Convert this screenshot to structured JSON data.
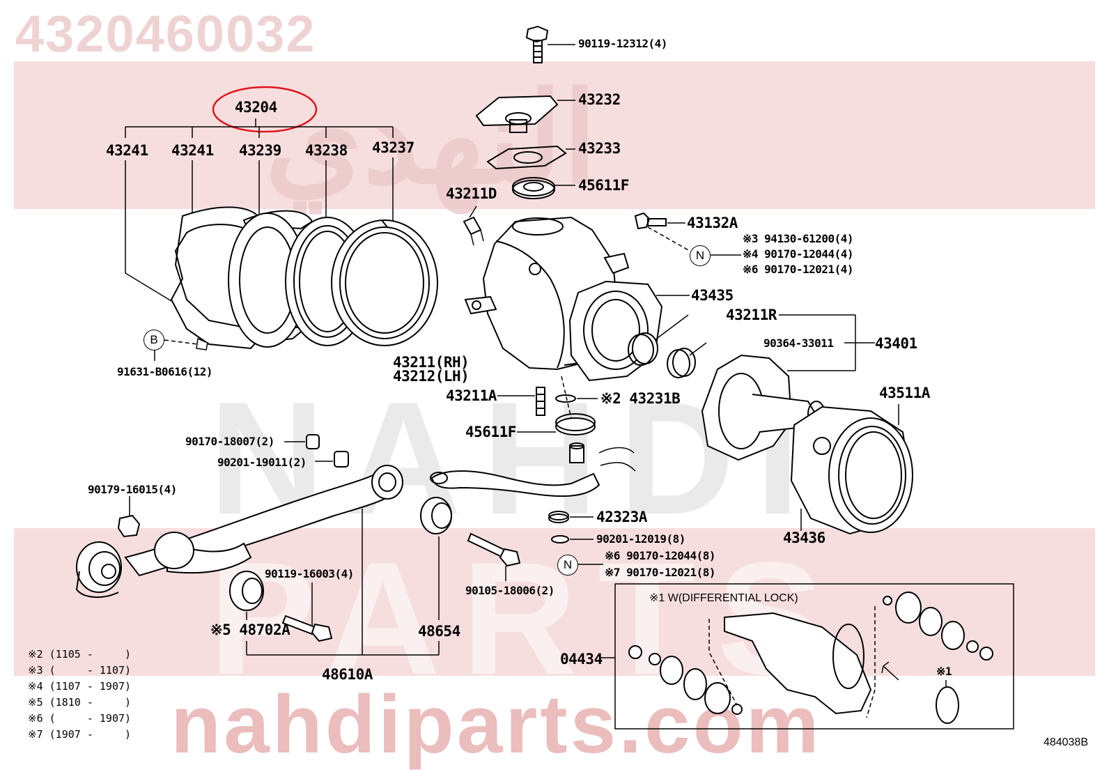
{
  "part_number": "4320460032",
  "watermark": {
    "arabic": "النهدي",
    "brand_line1": "NAHDI",
    "brand_line2": "PARTS",
    "url": "nahdiparts.com"
  },
  "diagram_ref": "484038B",
  "highlight_color": "#e0141b",
  "band_color": "#f7dede",
  "labels": {
    "bolt_top": "90119-12312(4)",
    "l43232": "43232",
    "l43233": "43233",
    "l45611f_top": "45611F",
    "l43204": "43204",
    "l43241a": "43241",
    "l43241b": "43241",
    "l43239": "43239",
    "l43238": "43238",
    "l43237": "43237",
    "l43211d": "43211D",
    "l43132a": "43132A",
    "n3": "※3 94130-61200(4)",
    "n4": "※4 90170-12044(4)",
    "n6": "※6 90170-12021(4)",
    "l43435": "43435",
    "l43211r": "43211R",
    "l90364": "90364-33011",
    "l43401": "43401",
    "l43211rh": "43211(RH)",
    "l43212lh": "43212(LH)",
    "l91631": "91631-B0616(12)",
    "l43211a": "43211A",
    "l43231b": "※2 43231B",
    "l43511a": "43511A",
    "l45611f_bot": "45611F",
    "l90170_18007": "90170-18007(2)",
    "l90201_19011": "90201-19011(2)",
    "l90179": "90179-16015(4)",
    "l42323a": "42323A",
    "l90201_12019": "90201-12019(8)",
    "n6b": "※6  90170-12044(8)",
    "n7b": "※7  90170-12021(8)",
    "l43436": "43436",
    "l90119_16003": "90119-16003(4)",
    "l90105": "90105-18006(2)",
    "l48702a": "※5 48702A",
    "l48654": "48654",
    "l48610a": "48610A",
    "l04434": "04434",
    "circle_b": "B",
    "circle_n1": "N",
    "circle_n2": "N"
  },
  "inset_title": "※1 W(DIFFERENTIAL LOCK)",
  "inset_mark": "※1",
  "notes": [
    "※2 (1105 -     )",
    "※3 (     - 1107)",
    "※4 (1107 - 1907)",
    "※5 (1810 -     )",
    "※6 (     - 1907)",
    "※7 (1907 -     )"
  ]
}
